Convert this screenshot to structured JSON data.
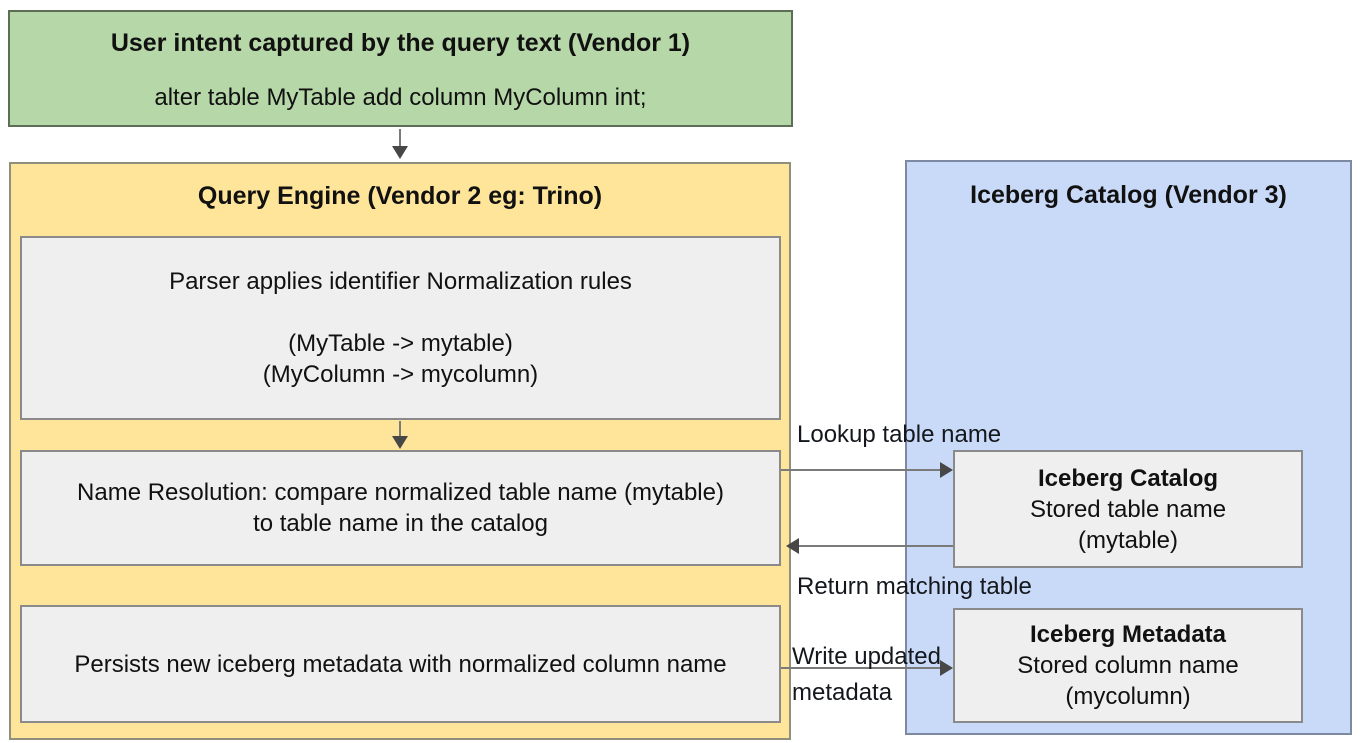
{
  "colors": {
    "green_fill": "#b6d7a8",
    "yellow_fill": "#ffe599",
    "blue_fill": "#c9daf8",
    "gray_fill": "#efefef"
  },
  "user_intent": {
    "title": "User intent captured by the query text (Vendor 1)",
    "query": "alter table MyTable add column MyColumn int;"
  },
  "query_engine": {
    "title": "Query Engine (Vendor 2 eg: Trino)",
    "parser": {
      "line1": "Parser applies identifier Normalization rules",
      "line2": "(MyTable -> mytable)",
      "line3": "(MyColumn -> mycolumn)"
    },
    "name_resolution": {
      "line1": "Name Resolution: compare normalized table name (mytable)",
      "line2": "to table name in the catalog"
    },
    "persist": {
      "text": "Persists new iceberg metadata with normalized column name"
    }
  },
  "iceberg_catalog": {
    "title": "Iceberg Catalog (Vendor 3)",
    "catalog_store": {
      "title": "Iceberg Catalog",
      "line2": "Stored table name",
      "line3": "(mytable)"
    },
    "metadata_store": {
      "title": "Iceberg Metadata",
      "line2": "Stored column name",
      "line3": "(mycolumn)"
    }
  },
  "edges": {
    "lookup": "Lookup table name",
    "return": "Return matching table",
    "write_line1": "Write updated",
    "write_line2": "metadata"
  }
}
